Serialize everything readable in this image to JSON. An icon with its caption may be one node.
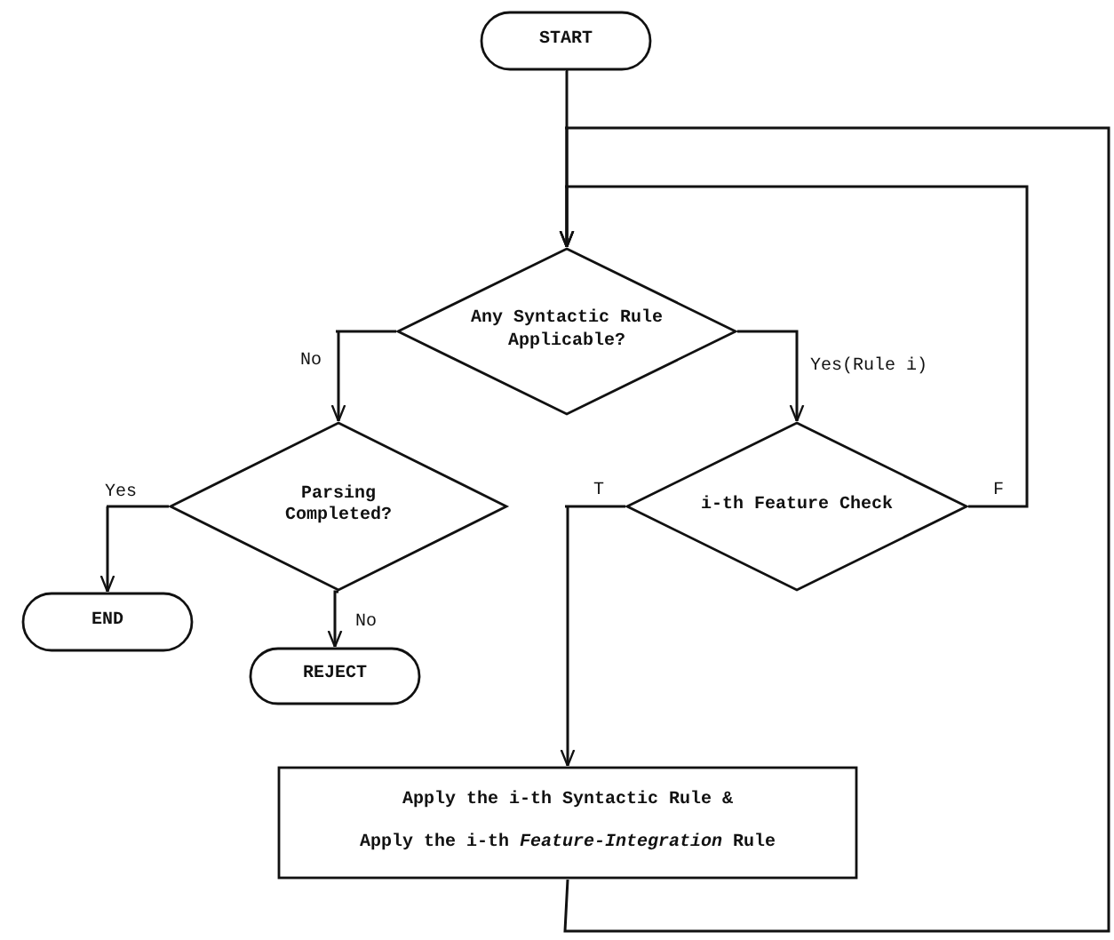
{
  "diagram": {
    "nodes": [
      {
        "text": [
          "START"
        ]
      },
      {
        "text": [
          "Any Syntactic Rule Applicable?"
        ]
      },
      {
        "text": [
          "Parsing Completed?"
        ]
      },
      {
        "text": [
          "i-th Feature Check"
        ]
      },
      {
        "text": [
          "END"
        ]
      },
      {
        "text": [
          "REJECT"
        ]
      },
      {
        "text": [
          "Apply the i-th Syntactic Rule &",
          "Apply the i-th *Feature-Integration* Rule"
        ]
      }
    ],
    "edges": [
      {
        "from": 0,
        "to": 1,
        "arrow": "to"
      },
      {
        "from": 1,
        "to": 2,
        "arrow": "to",
        "label": "No"
      },
      {
        "from": 1,
        "to": 3,
        "arrow": "to",
        "label": "Yes(Rule i)"
      },
      {
        "from": 2,
        "to": 4,
        "arrow": "to",
        "label": "Yes"
      },
      {
        "from": 2,
        "to": 5,
        "arrow": "to",
        "label": "No"
      },
      {
        "from": 3,
        "to": 6,
        "arrow": "to",
        "label": "T"
      },
      {
        "from": 3,
        "to": 1,
        "arrow": "to",
        "label": "F"
      },
      {
        "from": 6,
        "to": 1,
        "arrow": "to"
      }
    ]
  }
}
